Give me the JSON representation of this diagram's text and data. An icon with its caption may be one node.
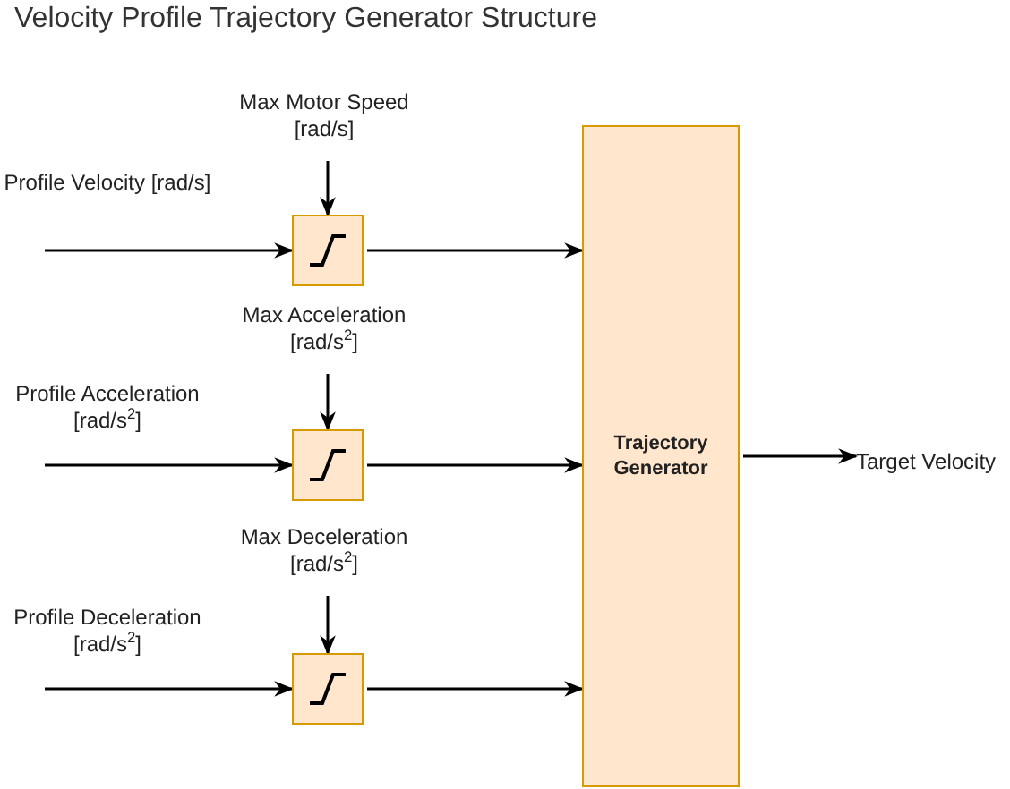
{
  "diagram": {
    "title": "Velocity Profile Trajectory Generator Structure",
    "nodes": [
      {
        "text": [
          "Max Motor Speed [rad/s]"
        ]
      },
      {
        "text": [],
        "shape": "box"
      },
      {
        "text": [
          "Max Acceleration [rad/s$^{2}$]"
        ]
      },
      {
        "text": [],
        "shape": "box"
      },
      {
        "text": [
          "Max Deceleration [rad/s$^{2}$]"
        ]
      },
      {
        "text": [],
        "shape": "box"
      },
      {
        "text": [
          "Trajectory Generator"
        ]
      },
      {
        "text": [
          "Target Velocity"
        ]
      }
    ],
    "edges": [
      {
        "from": 0,
        "to": 1,
        "arrow": "to"
      },
      {
        "from": null,
        "to": 1,
        "arrow": "to"
      },
      {
        "from": 1,
        "to": 6,
        "arrow": "to"
      },
      {
        "from": 2,
        "to": 3,
        "arrow": "to"
      },
      {
        "from": null,
        "to": 3,
        "arrow": "to"
      },
      {
        "from": 3,
        "to": 6,
        "arrow": "to"
      },
      {
        "from": 4,
        "to": 5,
        "arrow": "to"
      },
      {
        "from": null,
        "to": 5,
        "arrow": "to"
      },
      {
        "from": 5,
        "to": 6,
        "arrow": "to"
      },
      {
        "from": 6,
        "to": 7,
        "arrow": "to"
      }
    ],
    "labels": [
      "Profile Velocity [rad/s]",
      "Profile Acceleration [rad/s$^{2}$]",
      "Profile Deceleration [rad/s$^{2}$]"
    ]
  }
}
